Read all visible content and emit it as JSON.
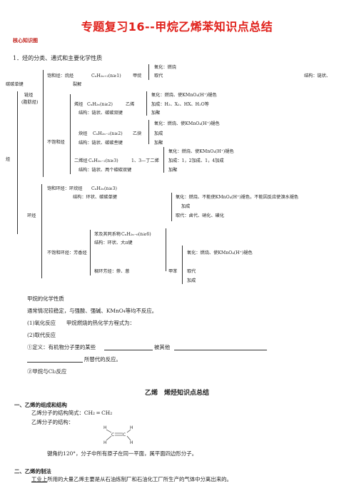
{
  "title": "专题复习16--甲烷乙烯苯知识点总结",
  "core_map_label": "核心知识图",
  "section1": "1．烃的分类、通式和主要化学性质",
  "tree": {
    "root": "烃",
    "chain": "链烃",
    "chain_sub": "(脂肪烃)",
    "saturated": "饱和烃：烷烃",
    "alkane_formula": "CₙH₂ₙ₊₂(n≥1)",
    "methane": "甲烷",
    "methane_ox": "氧化：燃烧",
    "methane_sub": "取代",
    "methane_struct": "结构：链状、",
    "single_bond": "碳碳单键",
    "pyrolysis": "裂解",
    "unsaturated": "不饱和烃",
    "alkene": "烯烃",
    "alkene_formula": "CₙH₂ₙ(n≥2)",
    "ethylene": "乙烯",
    "ethylene_ox": "氧化：燃烧、使KMnO₄(H⁺)褪色",
    "ethylene_add": "加成：H₂、X₂、HX、H₂O等",
    "ethylene_poly": "加聚",
    "alkene_struct": "结构：链状、碳碳双键",
    "alkyne": "炔烃",
    "alkyne_formula": "CₙH₂ₙ₋₂(n≥2)",
    "acetylene": "乙炔",
    "acetylene_ox": "氧化：燃烧、使KMnO₄(H⁺)褪色",
    "acetylene_add": "加成",
    "acetylene_poly": "加聚",
    "alkyne_struct": "结构：链状、碳碳叁键",
    "diene": "二烯烃",
    "diene_formula": "CₙH₂ₙ₋₂(n≥3)",
    "butadiene": "1、3—丁二烯",
    "butadiene_ox": "氧化：燃烧、使KMnO₄(H⁺)褪色",
    "butadiene_add": "加成：1，2加成、1，4加成",
    "butadiene_poly": "加聚",
    "diene_struct": "结构：链状、两个碳碳双键",
    "cyclic": "环烃",
    "cycloalkane": "饱和环烃：环烷烃",
    "cycloalkane_formula": "CₙH₂ₙ(n≥3)",
    "cycloalkane_struct": "结构：环状、碳碳单键",
    "cyclo_ox": "氧化：燃烧、不能使KMnO₄(H⁺)褪色，不能因反应使溴水褪色",
    "cyclo_add": "加成",
    "cyclo_sub": "取代：卤代、硝化、磺化",
    "aromatic": "不饱和环烃：芳香烃",
    "benzene_series": "苯及其同系物",
    "benzene_formula": "CₙH₂ₙ₋₆(n≥6)",
    "benzene_struct": "结构：环状、大π键",
    "fused": "稠环芳烃：萘、蒽",
    "toluene": "甲苯",
    "toluene_ox": "氧化：燃烧、使KMnO₄(H⁺)褪色",
    "toluene_sub": "取代",
    "toluene_add": "加成"
  },
  "methane_props": {
    "heading": "甲烷的化学性质",
    "p1": "通常情况较稳定，与强酸、强碱、KMnO₄等均不反应。",
    "p2": "(1)氧化反应　　甲烷燃烧的热化学方程式为：",
    "p3": "(2)取代反应",
    "p4a": "①定义：有机物分子里的某些",
    "p4b": "被其他",
    "p5": "所替代的反应。",
    "p6": "②甲烷与Cl₂反应"
  },
  "ethylene_section": {
    "heading": "乙烯　烯烃知识点总结",
    "h1": "一、乙烯的组成和结构",
    "l1": "乙烯分子的结构简式：CH₂ ═ CH₂",
    "l2": "乙烯分子的结构：",
    "angle": "键角约120°，分子中所有原子在同一平面，属平面四边形分子。",
    "h2": "二、乙烯的制法",
    "l3a": "工业上",
    "l3b": "所用的大量乙烯主要是从石油炼制厂和石油化工厂所生产的气体中分离出来的。"
  }
}
